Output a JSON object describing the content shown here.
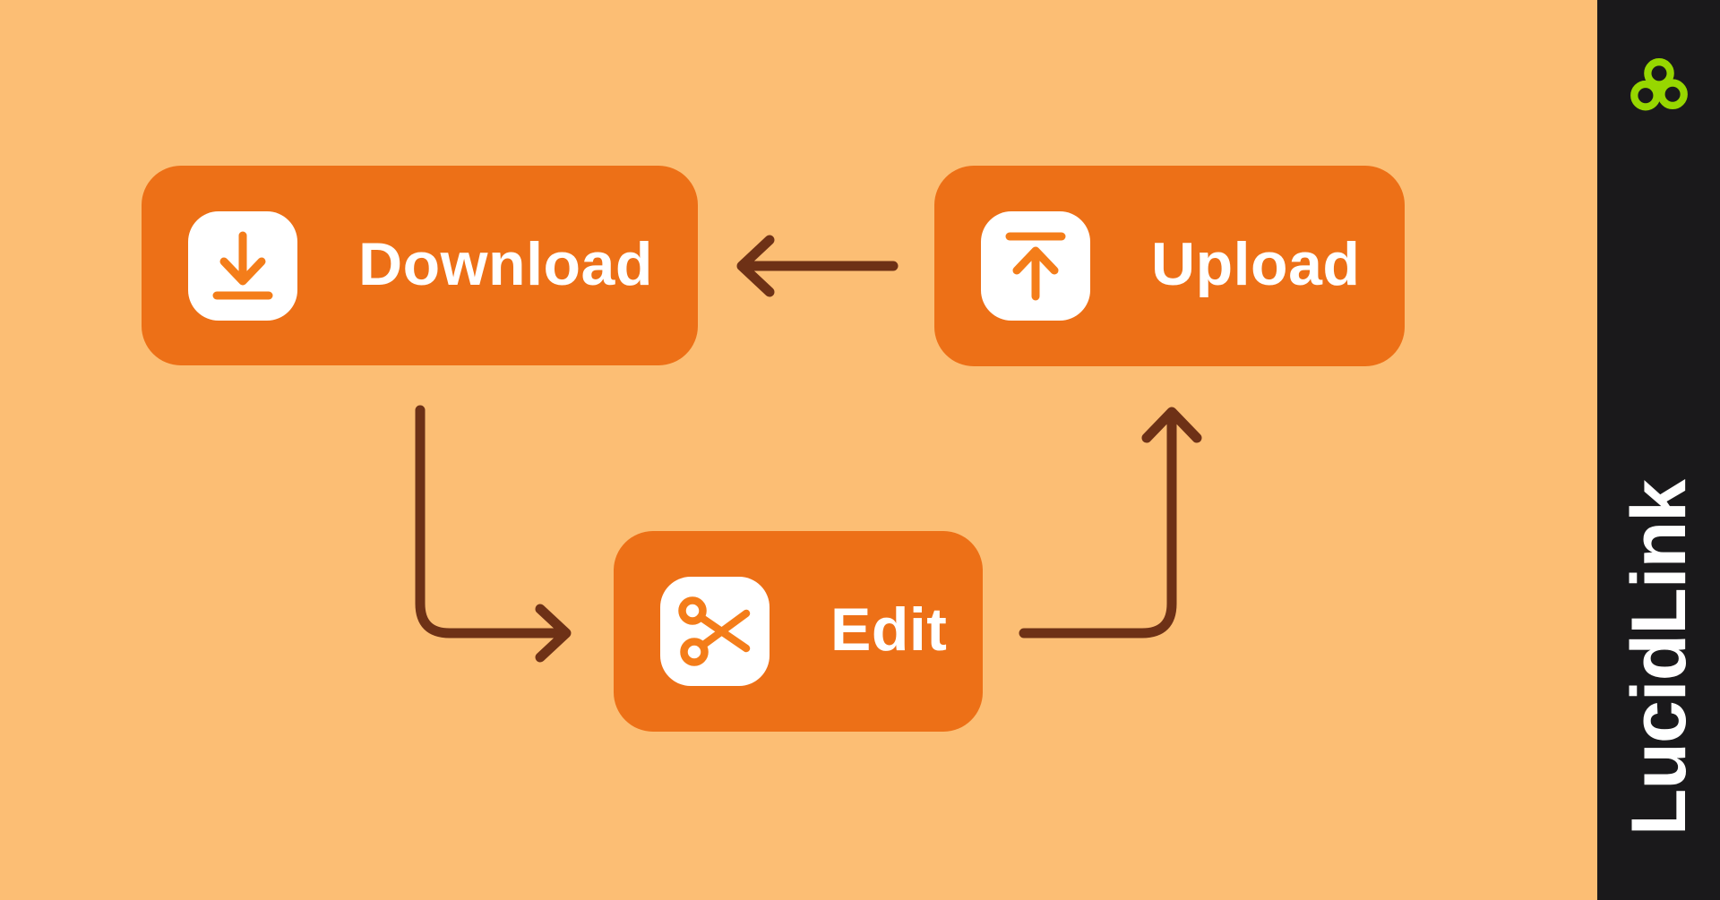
{
  "diagram": {
    "title_hint": "file workflow cycle",
    "nodes": [
      {
        "id": "download",
        "label": "Download",
        "icon": "download-icon"
      },
      {
        "id": "upload",
        "label": "Upload",
        "icon": "upload-icon"
      },
      {
        "id": "edit",
        "label": "Edit",
        "icon": "scissors-icon"
      }
    ],
    "arrows": [
      {
        "from": "upload",
        "to": "download",
        "direction": "left"
      },
      {
        "from": "download",
        "to": "edit",
        "direction": "down-right"
      },
      {
        "from": "edit",
        "to": "upload",
        "direction": "right-up"
      }
    ]
  },
  "sidebar": {
    "brand": "LucidLink",
    "logo": "lucidlink-knot-logo"
  },
  "colors": {
    "bg": "#FCBE74",
    "btn": "#ED7017",
    "icon": "#F47D1A",
    "arrow": "#6E3116",
    "bar": "#1A191B",
    "green": "#97D700",
    "white": "#FFFFFF"
  }
}
